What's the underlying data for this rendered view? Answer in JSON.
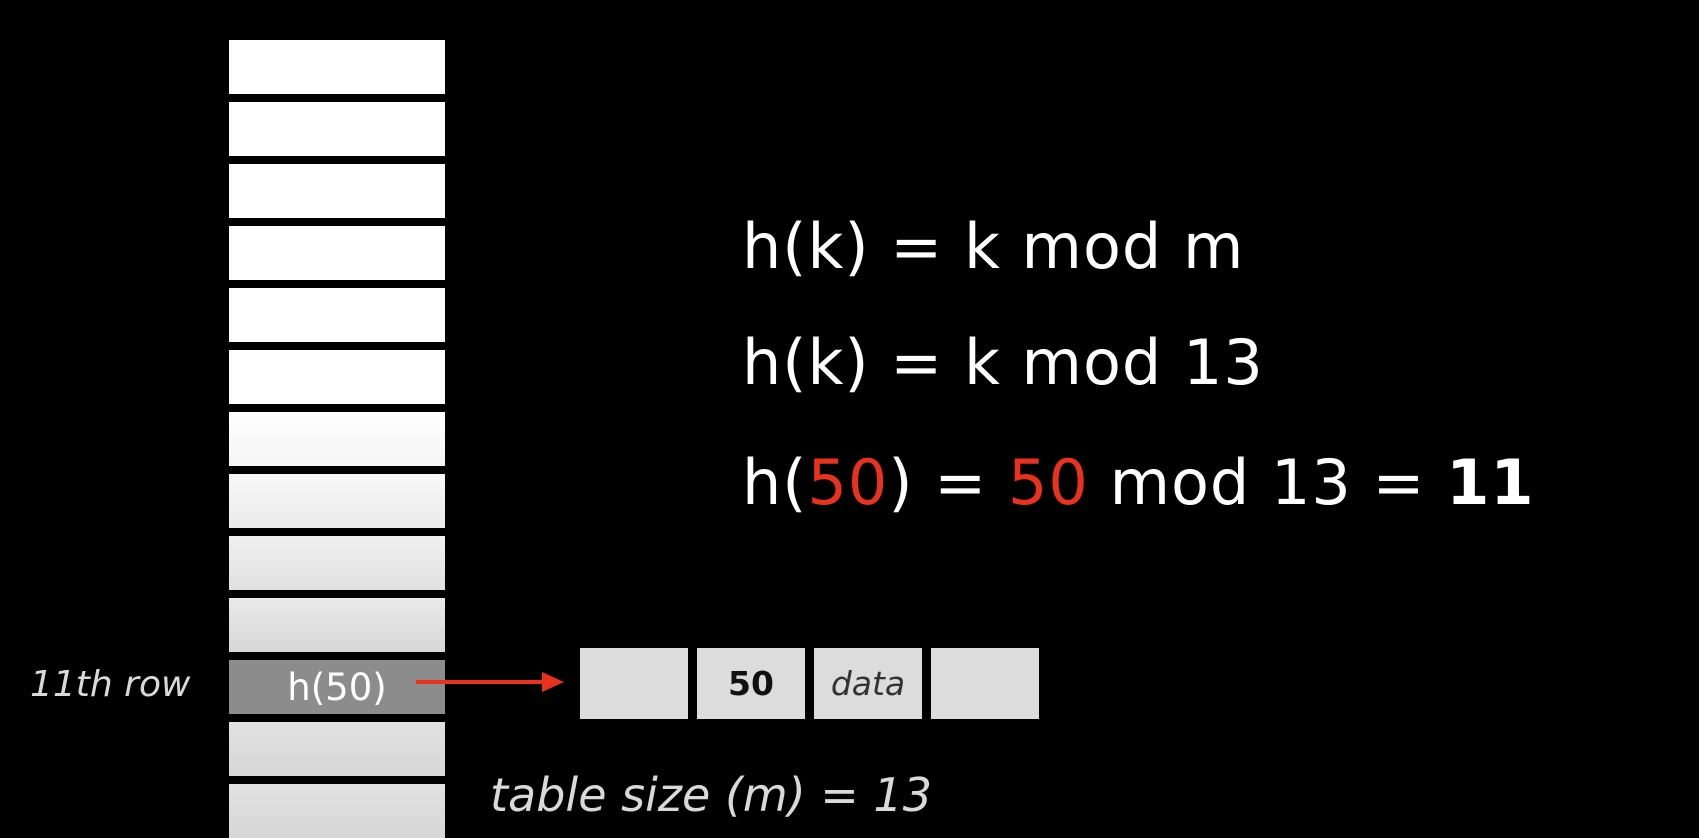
{
  "hash_table": {
    "row_count": 13,
    "highlighted_row": 11,
    "highlight_label": "h(50)",
    "row_label": "11th row"
  },
  "record": {
    "key": "50",
    "data_label": "data"
  },
  "table_size_label": "table size (m) = 13",
  "equations": {
    "line1": "h(k) = k mod m",
    "line2": "h(k) = k mod 13",
    "line3": {
      "prefix": "h(",
      "key_1": "50",
      "middle": ") = ",
      "key_2": "50",
      "suffix": " mod 13 = ",
      "result": "11"
    }
  },
  "colors": {
    "background": "#000000",
    "accent_red": "#e8321e",
    "slot_highlight": "#8c8c8c"
  }
}
